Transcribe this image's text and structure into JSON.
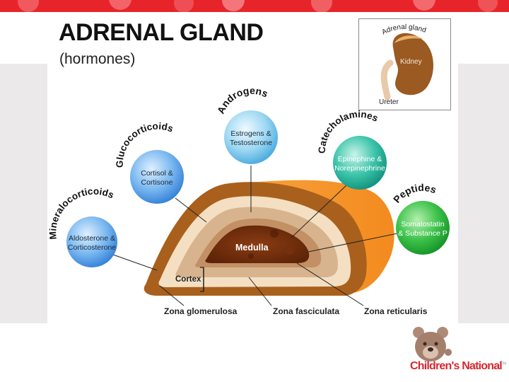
{
  "header": {
    "title": "ADRENAL GLAND",
    "subtitle": "(hormones)"
  },
  "inset": {
    "adrenal_label": "Adrenal gland",
    "kidney_label": "Kidney",
    "ureter_label": "Ureter"
  },
  "hormone_groups": [
    {
      "name": "Mineralocorticoids",
      "line1": "Aldosterone &",
      "line2": "Corticosterone",
      "color": "#4a9be8"
    },
    {
      "name": "Glucocorticoids",
      "line1": "Cortisol &",
      "line2": "Cortisone",
      "color": "#4a9be8"
    },
    {
      "name": "Androgens",
      "line1": "Estrogens &",
      "line2": "Testosterone",
      "color": "#6ec0e6"
    },
    {
      "name": "Catecholamines",
      "line1": "Epinephine &",
      "line2": "Norepinephrine",
      "color": "#22b59c"
    },
    {
      "name": "Peptides",
      "line1": "Somatostatin",
      "line2": "& Substance P",
      "color": "#2bb24a"
    }
  ],
  "gland": {
    "medulla_label": "Medulla",
    "cortex_label": "Cortex",
    "zones": [
      "Zona glomerulosa",
      "Zona fasciculata",
      "Zona reticularis"
    ]
  },
  "footer": {
    "brand": "Children's National",
    "trademark": "TM"
  }
}
